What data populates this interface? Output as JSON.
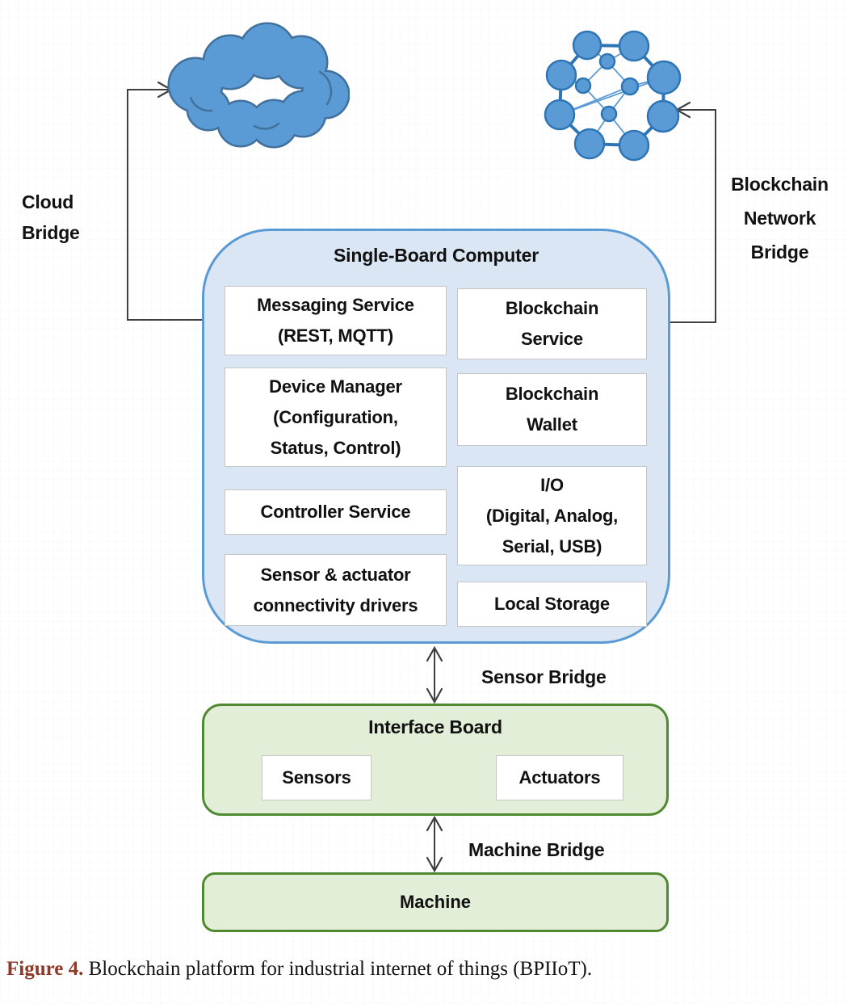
{
  "colors": {
    "node_blue": "#5b9bd5",
    "node_blue_dark": "#41719c",
    "ring_blue": "#2e75b6",
    "sbc_fill": "#dae6f3",
    "sbc_border": "#5b9bd5",
    "box_border": "#c6c6c6",
    "green_fill": "#e2eed8",
    "green_border": "#4f8a31",
    "line_color": "#3f3f3f",
    "caption_accent": "#8e3a28",
    "text_color": "#111111"
  },
  "cloud_bridge": {
    "line1": "Cloud",
    "line2": "Bridge"
  },
  "blockchain_bridge": {
    "line1": "Blockchain",
    "line2": "Network",
    "line3": "Bridge"
  },
  "sbc": {
    "title": "Single-Board Computer",
    "messaging": {
      "line1": "Messaging Service",
      "line2": "(REST, MQTT)"
    },
    "device_manager": {
      "line1": "Device Manager",
      "line2": "(Configuration,",
      "line3": "Status, Control)"
    },
    "controller": {
      "line1": "Controller Service"
    },
    "sensor_drivers": {
      "line1": "Sensor & actuator",
      "line2": "connectivity drivers"
    },
    "blockchain_service": {
      "line1": "Blockchain",
      "line2": "Service"
    },
    "blockchain_wallet": {
      "line1": "Blockchain",
      "line2": "Wallet"
    },
    "io": {
      "line1": "I/O",
      "line2": "(Digital, Analog,",
      "line3": "Serial, USB)"
    },
    "local_storage": {
      "line1": "Local Storage"
    }
  },
  "sensor_bridge_label": "Sensor Bridge",
  "machine_bridge_label": "Machine Bridge",
  "interface_board": {
    "title": "Interface Board",
    "sensors": "Sensors",
    "actuators": "Actuators"
  },
  "machine_label": "Machine",
  "caption": {
    "figure": "Figure 4.",
    "text": " Blockchain platform for industrial internet of things (BPIIoT)."
  }
}
